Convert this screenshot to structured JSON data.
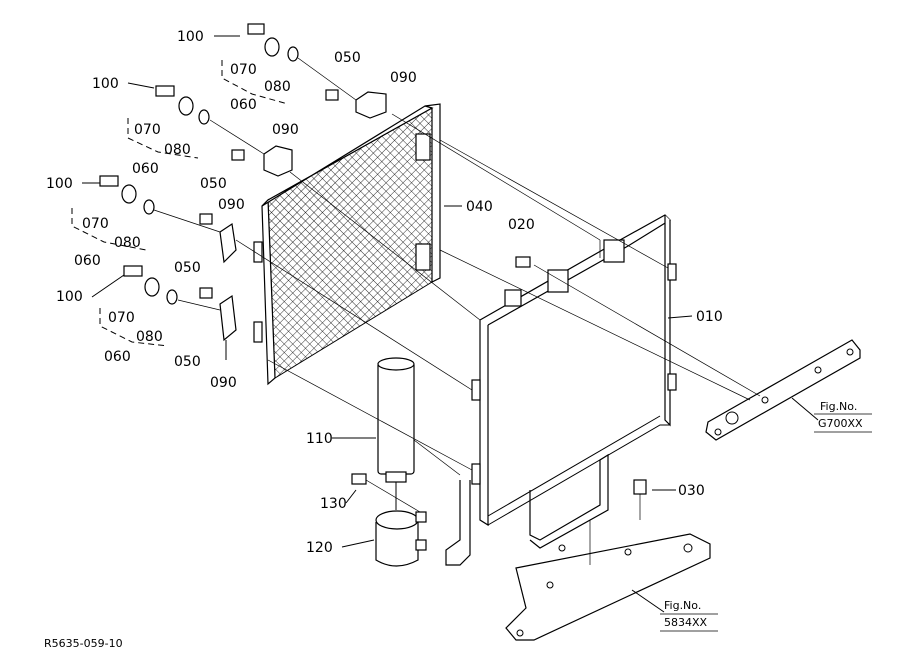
{
  "callouts": {
    "c100a": "100",
    "c100b": "100",
    "c100c": "100",
    "c100d": "100",
    "c070a": "070",
    "c070b": "070",
    "c070c": "070",
    "c070d": "070",
    "c080a": "080",
    "c080b": "080",
    "c080c": "080",
    "c080d": "080",
    "c060a": "060",
    "c060b": "060",
    "c060c": "060",
    "c060d": "060",
    "c050a": "050",
    "c050b": "050",
    "c050c": "050",
    "c050d": "050",
    "c090a": "090",
    "c090b": "090",
    "c090c": "090",
    "c090d": "090",
    "c040": "040",
    "c020": "020",
    "c010": "010",
    "c030": "030",
    "c110": "110",
    "c120": "120",
    "c130": "130"
  },
  "fig_refs": {
    "ref1_title": "Fig.No.",
    "ref1_code": "G700XX",
    "ref2_title": "Fig.No.",
    "ref2_code": "5834XX"
  },
  "drawing_number": "R5635-059-10"
}
